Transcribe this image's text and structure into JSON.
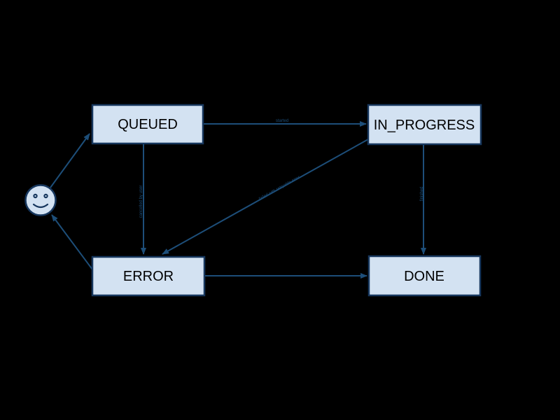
{
  "diagram": {
    "type": "state-machine",
    "colors": {
      "background": "#000000",
      "node_fill": "#d3e2f2",
      "node_stroke": "#17375e",
      "node_text": "#000000",
      "edge_color": "#1d4e79"
    },
    "nodes": [
      {
        "id": "start",
        "icon": "smiley-face-icon",
        "label": ""
      },
      {
        "id": "queued",
        "label": "QUEUED"
      },
      {
        "id": "in_progress",
        "label": "IN_PROGRESS"
      },
      {
        "id": "error",
        "label": "ERROR"
      },
      {
        "id": "done",
        "label": "DONE"
      }
    ],
    "edges": [
      {
        "from": "start",
        "to": "QUEUED",
        "label": ""
      },
      {
        "from": "QUEUED",
        "to": "IN_PROGRESS",
        "label": "started"
      },
      {
        "from": "QUEUED",
        "to": "ERROR",
        "label": "cancelled by user"
      },
      {
        "from": "IN_PROGRESS",
        "to": "ERROR",
        "label": "failed with retryable error"
      },
      {
        "from": "IN_PROGRESS",
        "to": "DONE",
        "label": "finished"
      },
      {
        "from": "ERROR",
        "to": "DONE",
        "label": ""
      },
      {
        "from": "ERROR",
        "to": "start",
        "label": ""
      }
    ]
  }
}
